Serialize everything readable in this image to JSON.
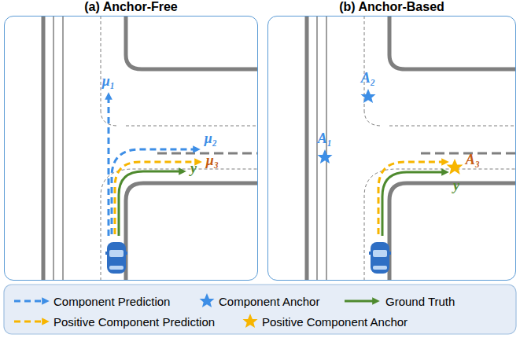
{
  "diagram": {
    "nodes": [
      {
        "text": [
          "(a) Anchor-Free"
        ]
      },
      {
        "text": [
          "(b) Anchor-Based"
        ]
      }
    ],
    "labels": [
      "μ₁",
      "μ₂",
      "μ₃",
      "y",
      "A₁",
      "A₂",
      "A₃",
      "y"
    ],
    "legend": [
      {
        "text": "Component Prediction"
      },
      {
        "text": "Component Anchor"
      },
      {
        "text": "Ground Truth"
      },
      {
        "text": "Positive Component Prediction"
      },
      {
        "text": "Positive Component Anchor"
      }
    ]
  }
}
